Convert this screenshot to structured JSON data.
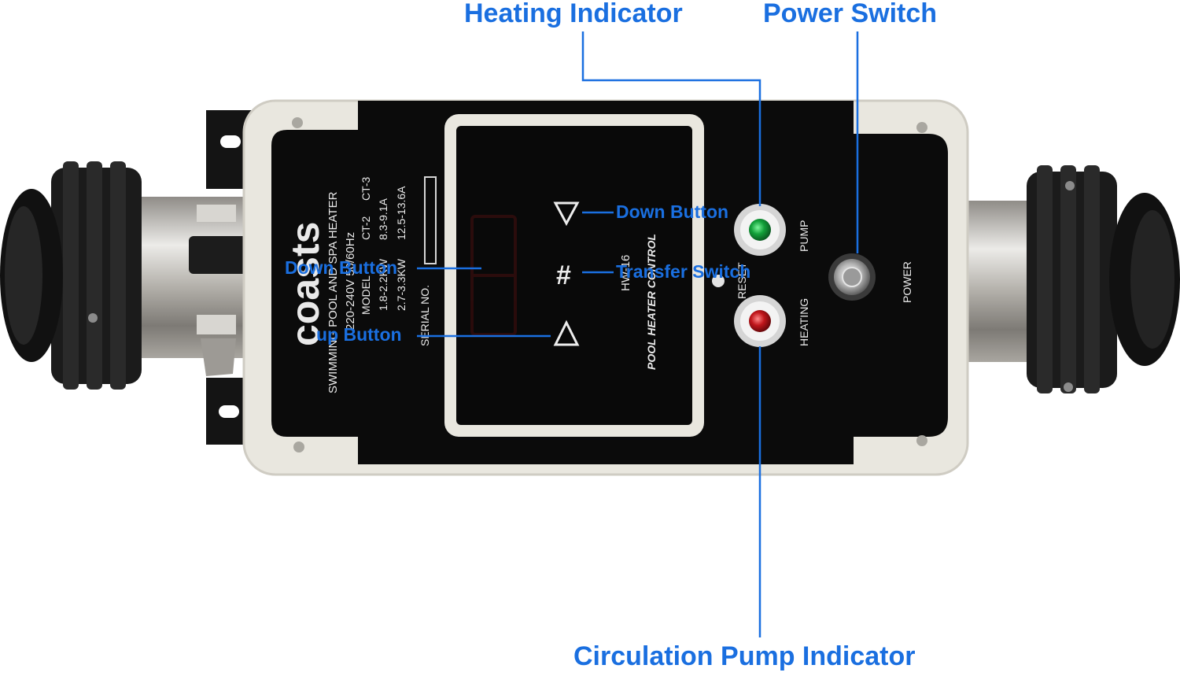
{
  "colors": {
    "accent": "#1a6fe0",
    "housing": "#e9e7df",
    "panel": "#0b0b0b",
    "pipe": "#bfbcb6",
    "heating_led": "#c0161b",
    "pump_led": "#12a13a"
  },
  "callouts": {
    "heating_indicator": "Heating Indicator",
    "power_switch": "Power Switch",
    "down_button_right": "Down Button",
    "down_button_left": "Down Button",
    "transfer_switch": "Transfer Switch",
    "up_button": "up Button",
    "circulation_pump_indicator": "Circulation Pump Indicator"
  },
  "device": {
    "brand": "coasts",
    "label_lines": [
      "SWIMMING POOL AND SPA HEATER",
      "220-240V 50/60Hz",
      "MODEL",
      "CT-2",
      "CT-3",
      "1.8-2.2KW",
      "8.3-9.1A",
      "2.7-3.3KW",
      "12.5-13.6A",
      "SERIAL NO."
    ],
    "panel_text": {
      "model": "HW-16",
      "title": "POOL HEATER CONTROL"
    },
    "indicators": {
      "reset": "RESET",
      "pump": "PUMP",
      "heating": "HEATING",
      "power": "POWER"
    }
  },
  "icons": [
    "down-triangle-icon",
    "hash-icon",
    "up-triangle-icon",
    "pump-led-icon",
    "heating-led-icon",
    "power-button-icon"
  ]
}
